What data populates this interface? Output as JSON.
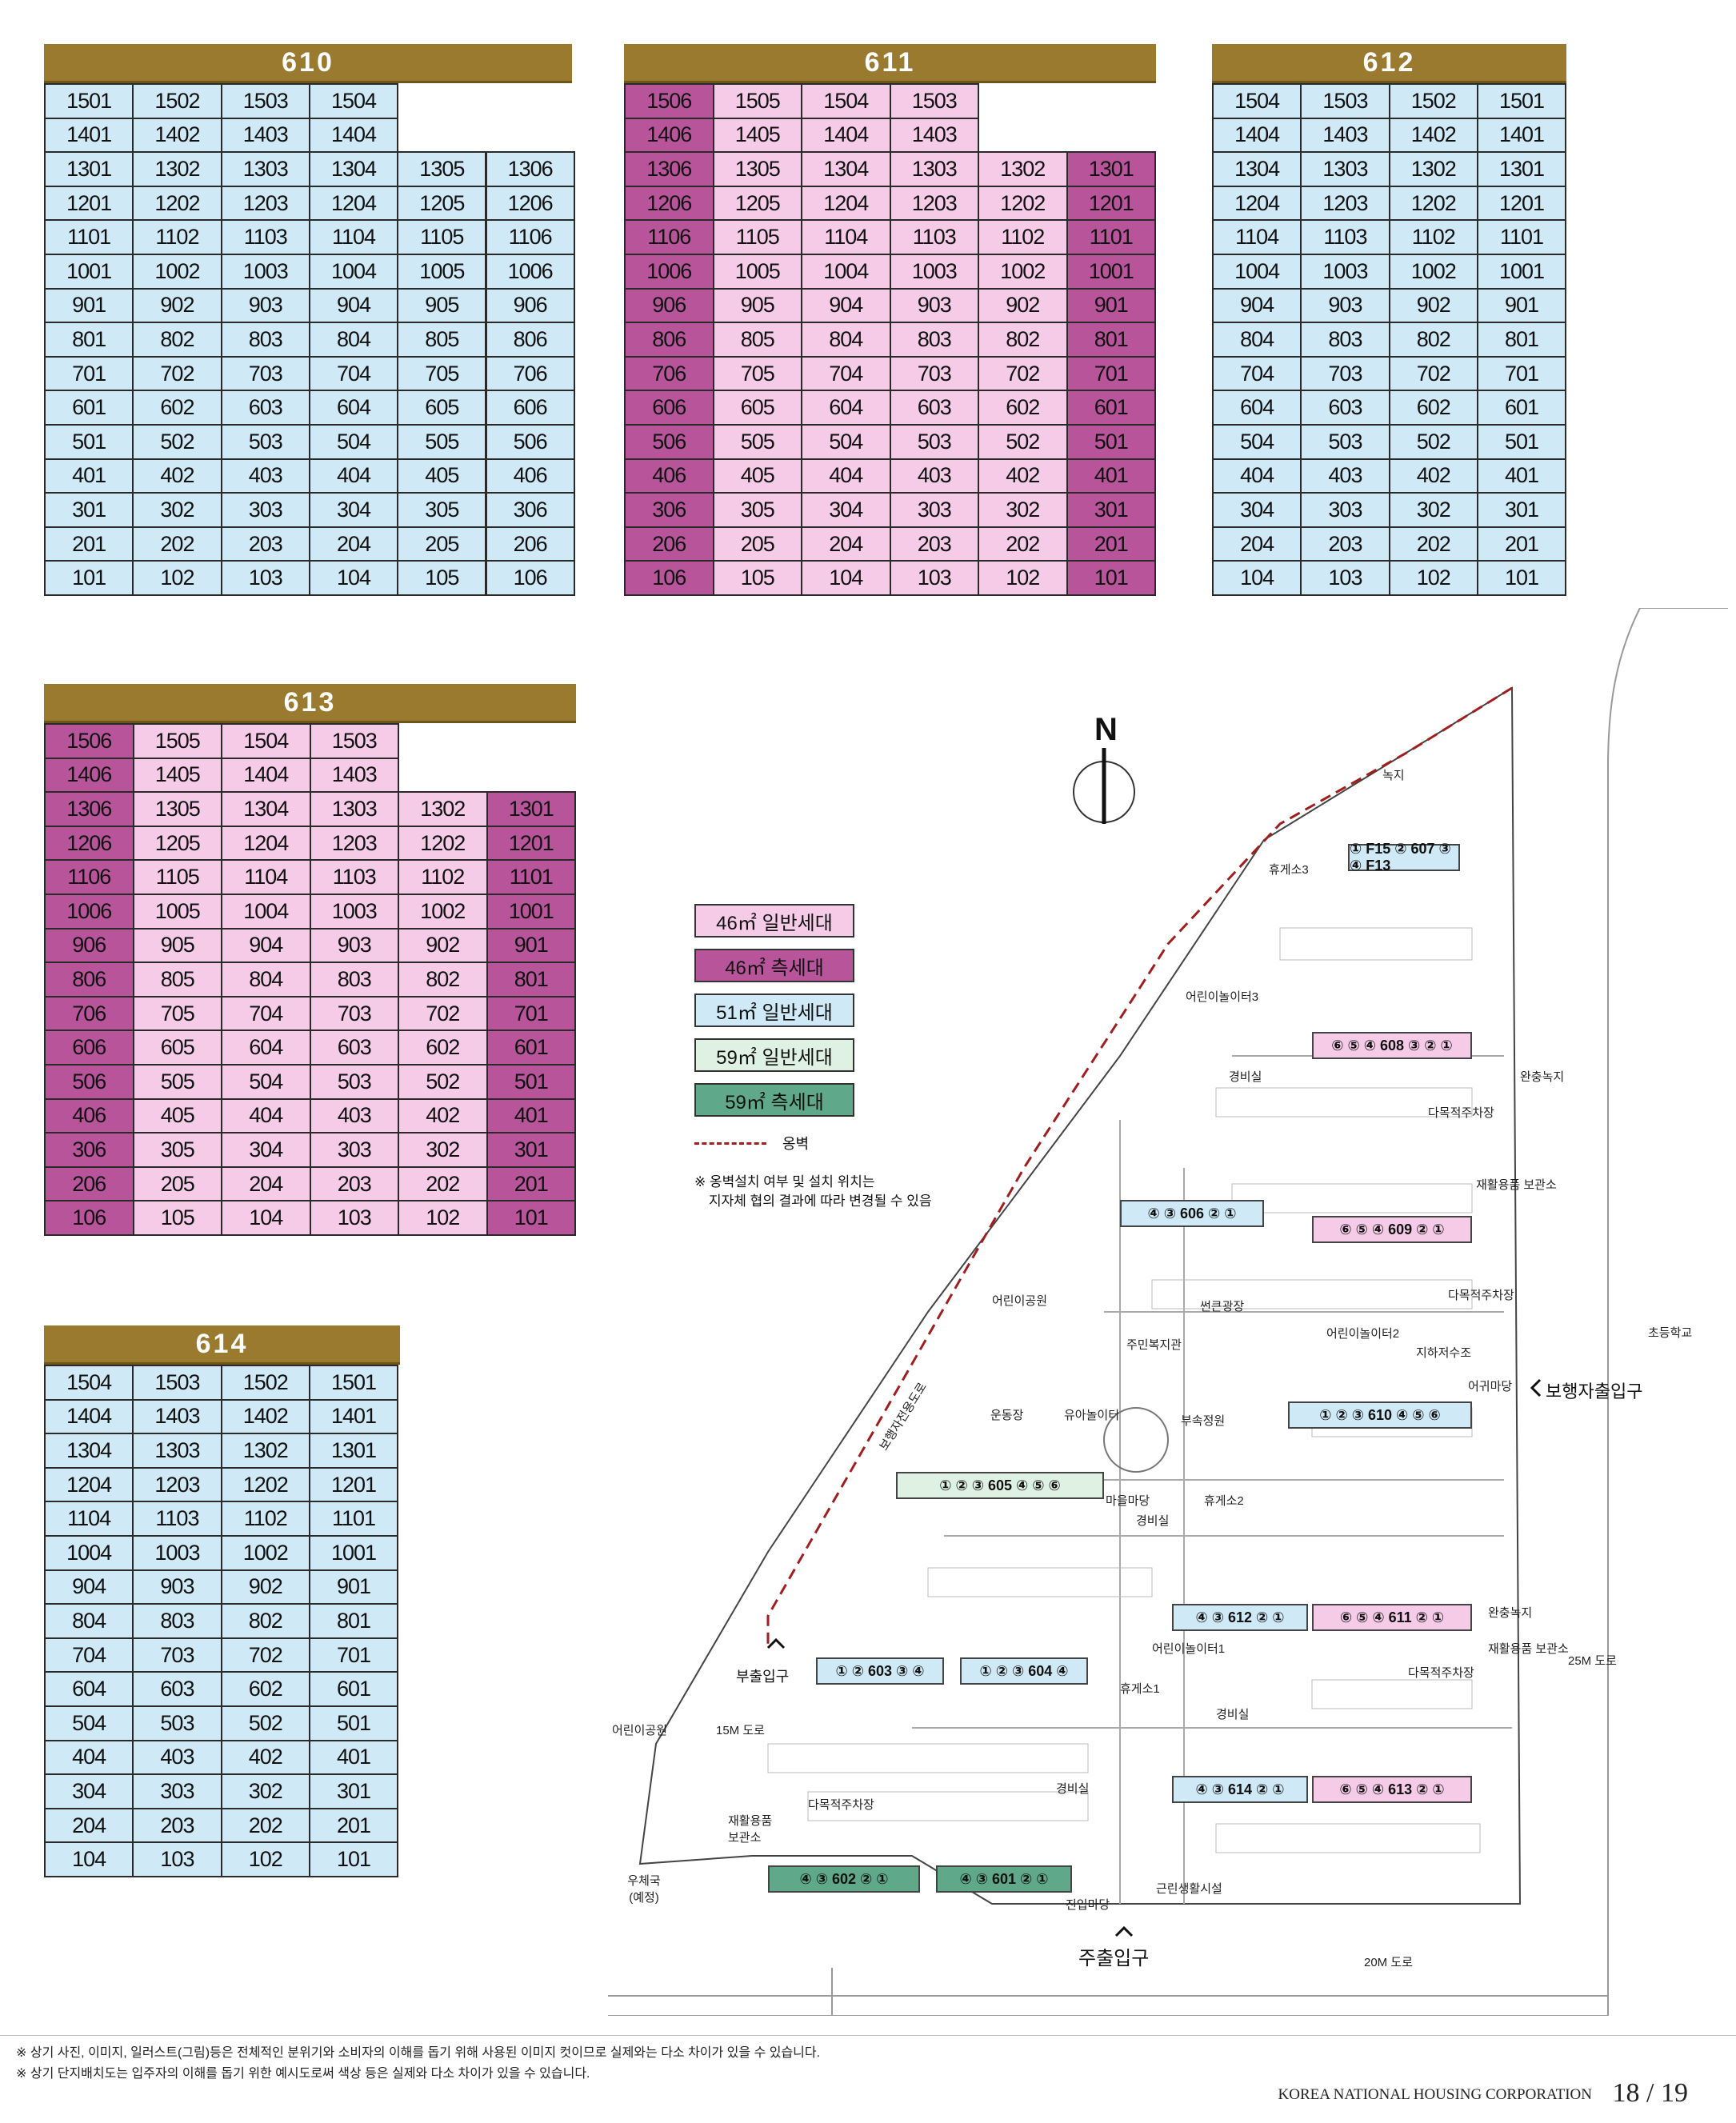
{
  "buildings": [
    {
      "id": "610",
      "header": "610",
      "rows": [
        [
          "1501",
          "1502",
          "1503",
          "1504",
          "",
          ""
        ],
        [
          "1401",
          "1402",
          "1403",
          "1404",
          "",
          ""
        ],
        [
          "1301",
          "1302",
          "1303",
          "1304",
          "1305",
          "1306"
        ],
        [
          "1201",
          "1202",
          "1203",
          "1204",
          "1205",
          "1206"
        ],
        [
          "1101",
          "1102",
          "1103",
          "1104",
          "1105",
          "1106"
        ],
        [
          "1001",
          "1002",
          "1003",
          "1004",
          "1005",
          "1006"
        ],
        [
          "901",
          "902",
          "903",
          "904",
          "905",
          "906"
        ],
        [
          "801",
          "802",
          "803",
          "804",
          "805",
          "806"
        ],
        [
          "701",
          "702",
          "703",
          "704",
          "705",
          "706"
        ],
        [
          "601",
          "602",
          "603",
          "604",
          "605",
          "606"
        ],
        [
          "501",
          "502",
          "503",
          "504",
          "505",
          "506"
        ],
        [
          "401",
          "402",
          "403",
          "404",
          "405",
          "406"
        ],
        [
          "301",
          "302",
          "303",
          "304",
          "305",
          "306"
        ],
        [
          "201",
          "202",
          "203",
          "204",
          "205",
          "206"
        ],
        [
          "101",
          "102",
          "103",
          "104",
          "105",
          "106"
        ]
      ],
      "colors": [
        "b",
        "b",
        "b",
        "b",
        "b",
        "b"
      ]
    },
    {
      "id": "611",
      "header": "611",
      "rows": [
        [
          "1506",
          "1505",
          "1504",
          "1503",
          "",
          ""
        ],
        [
          "1406",
          "1405",
          "1404",
          "1403",
          "",
          ""
        ],
        [
          "1306",
          "1305",
          "1304",
          "1303",
          "1302",
          "1301"
        ],
        [
          "1206",
          "1205",
          "1204",
          "1203",
          "1202",
          "1201"
        ],
        [
          "1106",
          "1105",
          "1104",
          "1103",
          "1102",
          "1101"
        ],
        [
          "1006",
          "1005",
          "1004",
          "1003",
          "1002",
          "1001"
        ],
        [
          "906",
          "905",
          "904",
          "903",
          "902",
          "901"
        ],
        [
          "806",
          "805",
          "804",
          "803",
          "802",
          "801"
        ],
        [
          "706",
          "705",
          "704",
          "703",
          "702",
          "701"
        ],
        [
          "606",
          "605",
          "604",
          "603",
          "602",
          "601"
        ],
        [
          "506",
          "505",
          "504",
          "503",
          "502",
          "501"
        ],
        [
          "406",
          "405",
          "404",
          "403",
          "402",
          "401"
        ],
        [
          "306",
          "305",
          "304",
          "303",
          "302",
          "301"
        ],
        [
          "206",
          "205",
          "204",
          "203",
          "202",
          "201"
        ],
        [
          "106",
          "105",
          "104",
          "103",
          "102",
          "101"
        ]
      ],
      "colors": [
        "m",
        "p",
        "p",
        "p",
        "p",
        "m"
      ]
    },
    {
      "id": "612",
      "header": "612",
      "rows": [
        [
          "1504",
          "1503",
          "1502",
          "1501"
        ],
        [
          "1404",
          "1403",
          "1402",
          "1401"
        ],
        [
          "1304",
          "1303",
          "1302",
          "1301"
        ],
        [
          "1204",
          "1203",
          "1202",
          "1201"
        ],
        [
          "1104",
          "1103",
          "1102",
          "1101"
        ],
        [
          "1004",
          "1003",
          "1002",
          "1001"
        ],
        [
          "904",
          "903",
          "902",
          "901"
        ],
        [
          "804",
          "803",
          "802",
          "801"
        ],
        [
          "704",
          "703",
          "702",
          "701"
        ],
        [
          "604",
          "603",
          "602",
          "601"
        ],
        [
          "504",
          "503",
          "502",
          "501"
        ],
        [
          "404",
          "403",
          "402",
          "401"
        ],
        [
          "304",
          "303",
          "302",
          "301"
        ],
        [
          "204",
          "203",
          "202",
          "201"
        ],
        [
          "104",
          "103",
          "102",
          "101"
        ]
      ],
      "colors": [
        "b",
        "b",
        "b",
        "b"
      ]
    },
    {
      "id": "613",
      "header": "613",
      "rows": [
        [
          "1506",
          "1505",
          "1504",
          "1503",
          "",
          ""
        ],
        [
          "1406",
          "1405",
          "1404",
          "1403",
          "",
          ""
        ],
        [
          "1306",
          "1305",
          "1304",
          "1303",
          "1302",
          "1301"
        ],
        [
          "1206",
          "1205",
          "1204",
          "1203",
          "1202",
          "1201"
        ],
        [
          "1106",
          "1105",
          "1104",
          "1103",
          "1102",
          "1101"
        ],
        [
          "1006",
          "1005",
          "1004",
          "1003",
          "1002",
          "1001"
        ],
        [
          "906",
          "905",
          "904",
          "903",
          "902",
          "901"
        ],
        [
          "806",
          "805",
          "804",
          "803",
          "802",
          "801"
        ],
        [
          "706",
          "705",
          "704",
          "703",
          "702",
          "701"
        ],
        [
          "606",
          "605",
          "604",
          "603",
          "602",
          "601"
        ],
        [
          "506",
          "505",
          "504",
          "503",
          "502",
          "501"
        ],
        [
          "406",
          "405",
          "404",
          "403",
          "402",
          "401"
        ],
        [
          "306",
          "305",
          "304",
          "303",
          "302",
          "301"
        ],
        [
          "206",
          "205",
          "204",
          "203",
          "202",
          "201"
        ],
        [
          "106",
          "105",
          "104",
          "103",
          "102",
          "101"
        ]
      ],
      "colors": [
        "m",
        "p",
        "p",
        "p",
        "p",
        "m"
      ]
    },
    {
      "id": "614",
      "header": "614",
      "rows": [
        [
          "1504",
          "1503",
          "1502",
          "1501"
        ],
        [
          "1404",
          "1403",
          "1402",
          "1401"
        ],
        [
          "1304",
          "1303",
          "1302",
          "1301"
        ],
        [
          "1204",
          "1203",
          "1202",
          "1201"
        ],
        [
          "1104",
          "1103",
          "1102",
          "1101"
        ],
        [
          "1004",
          "1003",
          "1002",
          "1001"
        ],
        [
          "904",
          "903",
          "902",
          "901"
        ],
        [
          "804",
          "803",
          "802",
          "801"
        ],
        [
          "704",
          "703",
          "702",
          "701"
        ],
        [
          "604",
          "603",
          "602",
          "601"
        ],
        [
          "504",
          "503",
          "502",
          "501"
        ],
        [
          "404",
          "403",
          "402",
          "401"
        ],
        [
          "304",
          "303",
          "302",
          "301"
        ],
        [
          "204",
          "203",
          "202",
          "201"
        ],
        [
          "104",
          "103",
          "102",
          "101"
        ]
      ],
      "colors": [
        "b",
        "b",
        "b",
        "b"
      ]
    }
  ],
  "legend": {
    "items": [
      {
        "label": "46㎡ 일반세대",
        "color": "#f5cbe8"
      },
      {
        "label": "46㎡ 측세대",
        "color": "#b8549a"
      },
      {
        "label": "51㎡ 일반세대",
        "color": "#cfe9f6"
      },
      {
        "label": "59㎡ 일반세대",
        "color": "#dff1e3"
      },
      {
        "label": "59㎡ 측세대",
        "color": "#5fa88a"
      }
    ],
    "wall_label": "옹벽",
    "note_line1": "※ 옹벽설치 여부 및 설치 위치는",
    "note_line2": "지자체 협의 결과에 따라 변경될 수 있음"
  },
  "sitemap": {
    "north": "N",
    "labels": {
      "green_top": "녹지",
      "rest3": "휴게소3",
      "play3": "어린이놀이터3",
      "guard1": "경비실",
      "buffer_green": "완충녹지",
      "multi_parking1": "다목적주차장",
      "recycle1": "재활용품 보관소",
      "multi_parking2": "다목적주차장",
      "playground": "어린이공원",
      "plaza": "썬큰광장",
      "community": "주민복지관",
      "play2": "어린이놀이터2",
      "underground_tank": "지하저수조",
      "sports": "운동장",
      "kid_play": "유아놀이터",
      "subgarden": "부속정원",
      "town_hall": "마을마당",
      "rest2": "휴게소2",
      "guard2": "경비실",
      "elementary": "초등학교",
      "ped_entrance": "보행자출입구",
      "kid_ma": "어귀마당",
      "ped_road": "보행자전용도로",
      "sub_entrance": "부출입구",
      "play1": "어린이놀이터1",
      "rest1": "휴게소1",
      "guard3": "경비실",
      "buffer_green2": "완충녹지",
      "recycle2": "재활용품 보관소",
      "multi_parking3": "다목적주차장",
      "road25": "25M 도로",
      "park2": "어린이공원",
      "road15": "15M 도로",
      "multi_parking4": "다목적주차장",
      "recycle3": "재활용품 보관소",
      "guard4": "경비실",
      "post_office": "우체국 (예정)",
      "entry_yard": "진입마당",
      "neighborhood": "근린생활시설",
      "main_entrance": "주출입구",
      "road20": "20M 도로"
    },
    "buildings": [
      {
        "label": "① F15 ② 607 ③ ④ F13",
        "kind": "b"
      },
      {
        "label": "⑥ ⑤ ④ 608 ③ ② ①",
        "kind": "p"
      },
      {
        "label": "④ ③ 606 ② ①",
        "kind": "b"
      },
      {
        "label": "⑥ ⑤ ④ 609 ② ①",
        "kind": "p"
      },
      {
        "label": "① ② ③ 610 ④ ⑤ ⑥",
        "kind": "b"
      },
      {
        "label": "① ② ③ 605 ④ ⑤ ⑥",
        "kind": "g"
      },
      {
        "label": "④ ③ 612 ② ①",
        "kind": "b"
      },
      {
        "label": "⑥ ⑤ ④ 611 ② ①",
        "kind": "p"
      },
      {
        "label": "① ② 603 ③ ④",
        "kind": "b"
      },
      {
        "label": "① ② ③ 604 ④",
        "kind": "b"
      },
      {
        "label": "④ ③ 614 ② ①",
        "kind": "b"
      },
      {
        "label": "⑥ ⑤ ④ 613 ② ①",
        "kind": "p"
      },
      {
        "label": "④ ③ 602 ② ①",
        "kind": "g"
      },
      {
        "label": "④ ③ 601 ② ①",
        "kind": "g"
      }
    ]
  },
  "footer": {
    "note1": "※ 상기 사진, 이미지, 일러스트(그림)등은 전체적인 분위기와 소비자의 이해를 돕기 위해 사용된 이미지 컷이므로 실제와는 다소 차이가 있을 수 있습니다.",
    "note2": "※ 상기 단지배치도는 입주자의 이해를 돕기 위한 예시도로써 색상 등은 실제와 다소 차이가 있을 수 있습니다.",
    "corp": "KOREA NATIONAL HOUSING CORPORATION",
    "pages": "18 / 19"
  }
}
